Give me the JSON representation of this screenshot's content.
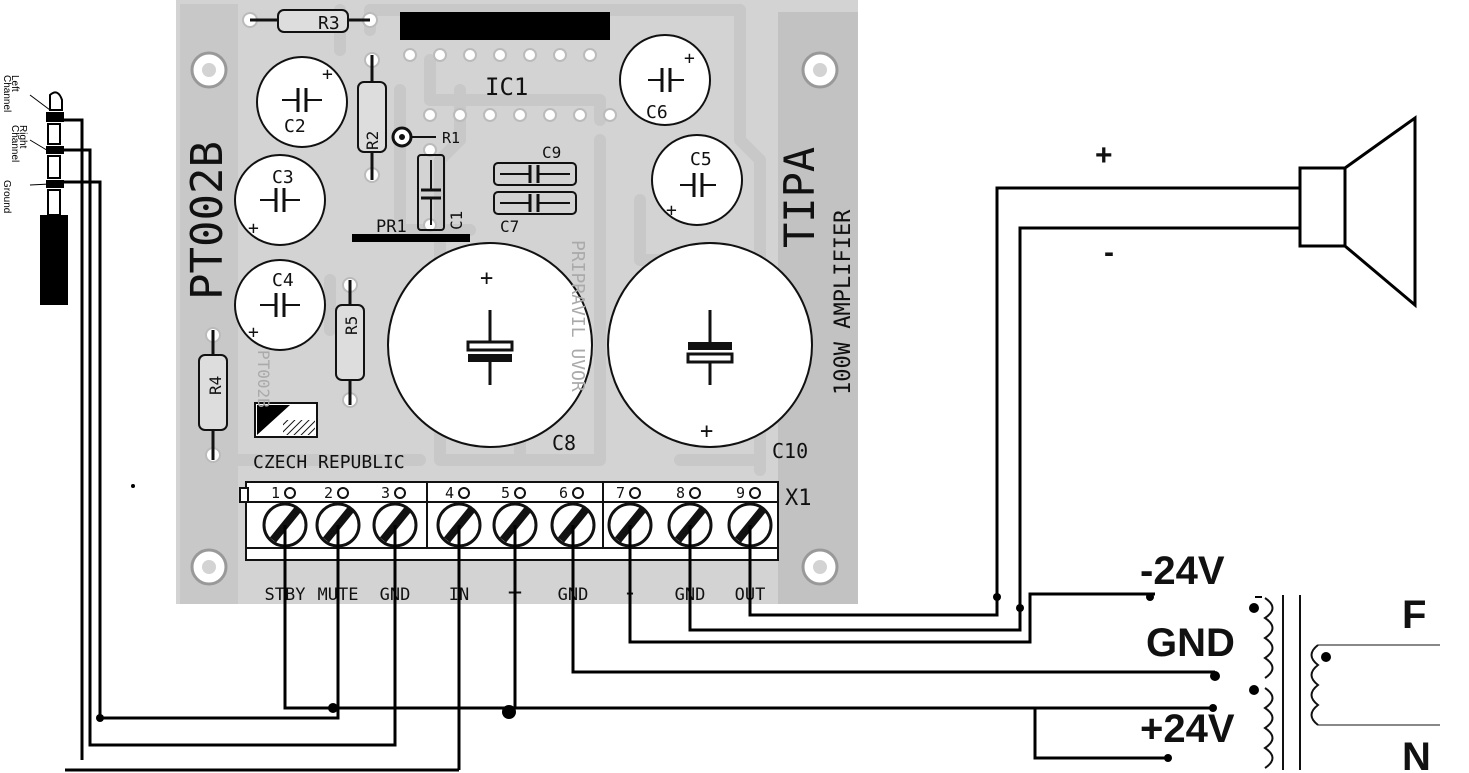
{
  "board": {
    "name": "PT002B",
    "mirror_name": "PT002B",
    "title": "TIPA",
    "subtitle": "100W AMPLIFIER",
    "country": "CZECH REPUBLIC",
    "mirror_text": "PRIPRAVIL UVOR",
    "connector": "X1",
    "ic": "IC1",
    "components": {
      "R1": "R1",
      "R2": "R2",
      "R3": "R3",
      "R4": "R4",
      "R5": "R5",
      "C1": "C1",
      "C2": "C2",
      "C3": "C3",
      "C4": "C4",
      "C5": "C5",
      "C6": "C6",
      "C7": "C7",
      "C8": "C8",
      "C9": "C9",
      "C10": "C10",
      "PR1": "PR1"
    },
    "plus": "+",
    "pin_numbers": [
      "1",
      "2",
      "3",
      "4",
      "5",
      "6",
      "7",
      "8",
      "9"
    ],
    "pin_labels": [
      "STBY",
      "MUTE",
      "GND",
      "IN",
      "+",
      "GND",
      "-",
      "GND",
      "OUT"
    ]
  },
  "jack": {
    "left": [
      "Left",
      "Channel"
    ],
    "right": [
      "Right",
      "Channel"
    ],
    "ground": "Ground"
  },
  "speaker": {
    "plus": "+",
    "minus": "-"
  },
  "power": {
    "neg": "-24V",
    "gnd": "GND",
    "pos": "+24V"
  },
  "transformer": {
    "f": "F",
    "n": "N"
  }
}
